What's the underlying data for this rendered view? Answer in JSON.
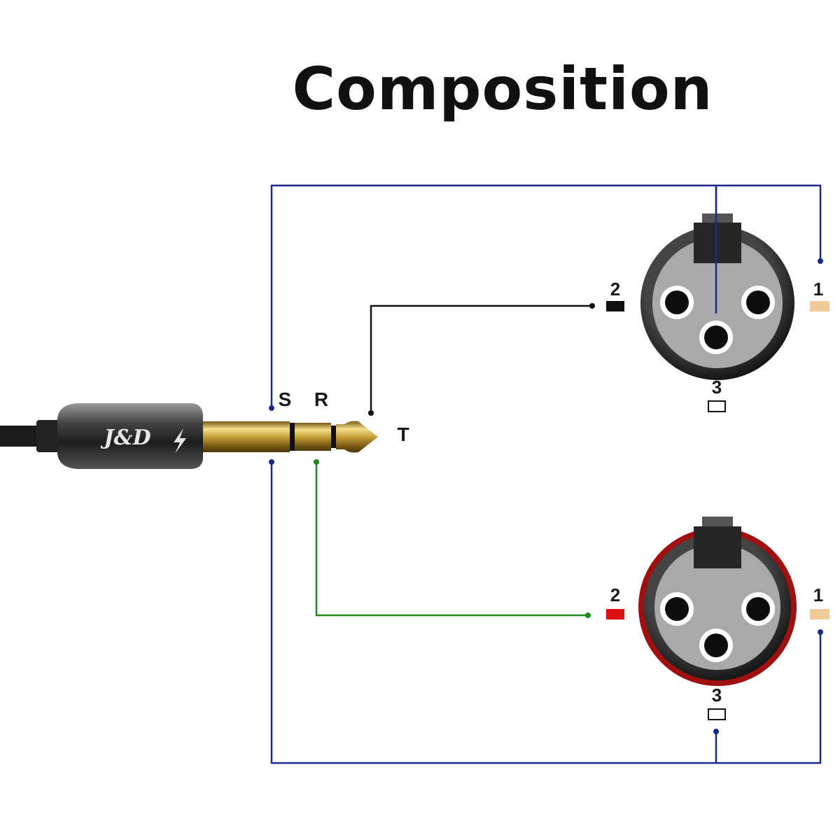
{
  "title": "Composition",
  "plug": {
    "brand_mark": "J&D",
    "contact_labels": {
      "sleeve": "S",
      "ring": "R",
      "tip": "T"
    }
  },
  "connector_top": {
    "pin_labels": {
      "pin1": "1",
      "pin2": "2",
      "pin3": "3"
    },
    "pin_colors": {
      "pin1": "#f2c998",
      "pin2": "#111111",
      "pin3": "#ffffff"
    },
    "ring_color": "#222222"
  },
  "connector_bottom": {
    "pin_labels": {
      "pin1": "1",
      "pin2": "2",
      "pin3": "3"
    },
    "pin_colors": {
      "pin1": "#f2c998",
      "pin2": "#dd1111",
      "pin3": "#ffffff"
    },
    "ring_color": "#a01010"
  },
  "wire_colors": {
    "sleeve": "#1a2a8c",
    "tip": "#111111",
    "ring": "#1e8a1e"
  }
}
